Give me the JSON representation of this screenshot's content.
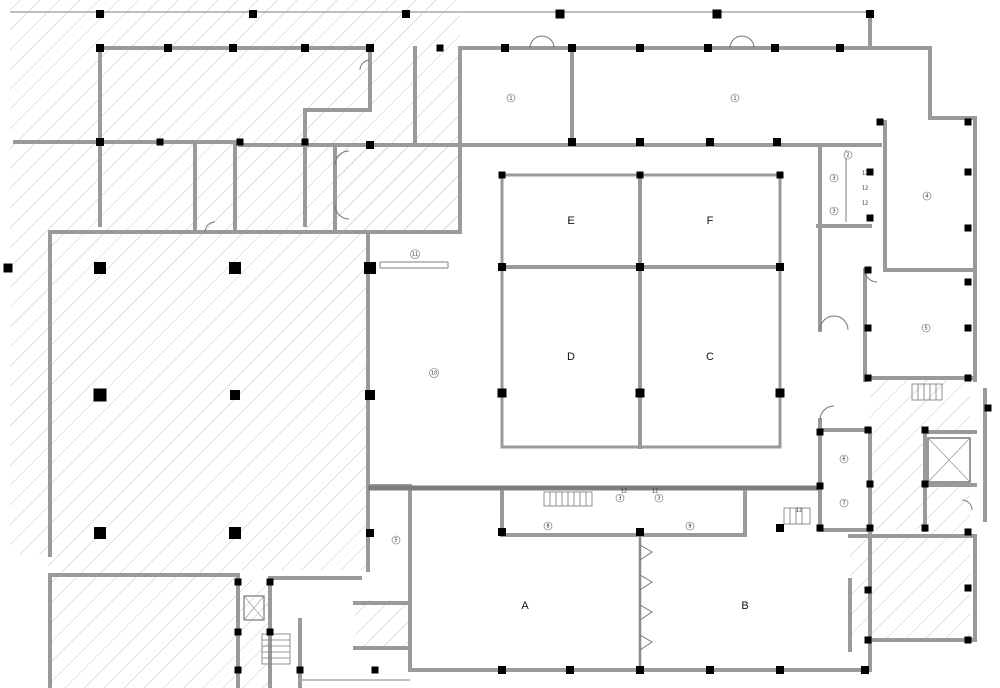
{
  "drawing": {
    "rooms": {
      "A": "A",
      "B": "B",
      "C": "C",
      "D": "D",
      "E": "E",
      "F": "F"
    },
    "tags": {
      "t1a": "1",
      "t1b": "1",
      "t2": "2",
      "t3a": "3",
      "t3b": "3",
      "t3c": "3",
      "t3d": "3",
      "t4": "4",
      "t5a": "5",
      "t5b": "5",
      "t6": "6",
      "t7": "7",
      "t8": "8",
      "t9": "9",
      "t10": "10",
      "t11": "11",
      "t12a": "12",
      "t12b": "12",
      "t12c": "12",
      "t12d": "12",
      "t12e": "12",
      "t12f": "12"
    },
    "colors": {
      "wall": "#9a9a9a",
      "hatch": "#bdbdbd",
      "column": "#000000",
      "background": "#ffffff"
    }
  }
}
